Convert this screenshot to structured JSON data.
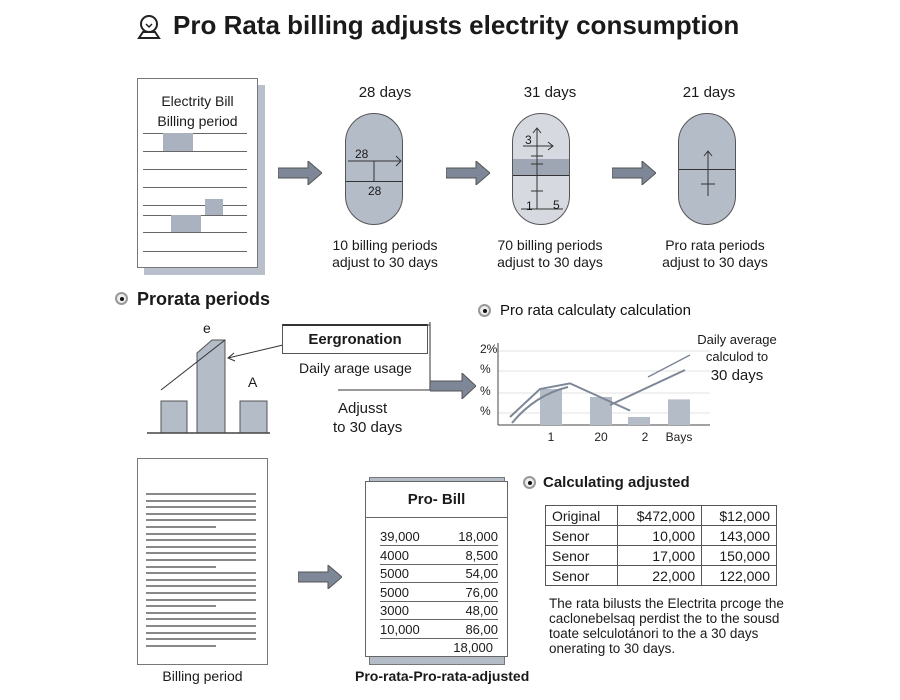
{
  "title": "Pro Rata billing adjusts electrity consumption",
  "top": {
    "doc": {
      "line1": "Electrity Bill",
      "line2": "Billing period"
    },
    "steps": [
      {
        "days": "28 days",
        "caption1": "10 billing periods",
        "caption2": "adjust to 30 days",
        "marks": [
          "28",
          "28"
        ]
      },
      {
        "days": "31 days",
        "caption1": "70 billing periods",
        "caption2": "adjust to 30 days",
        "marks": [
          "3",
          "1",
          "5"
        ]
      },
      {
        "days": "21 days",
        "caption1": "Pro rata periods",
        "caption2": "adjust to 30 days"
      }
    ]
  },
  "prorata": {
    "heading": "Prorata periods",
    "bar_label_top": "e",
    "bar_label_right": "A",
    "box_label": "Eergronation",
    "usage_label": "Daily arage usage",
    "adjust1": "Adjusst",
    "adjust2": "to 30 days"
  },
  "calc": {
    "heading": "Pro rata calculaty calculation",
    "annotation1": "Daily average",
    "annotation2": "calculod to",
    "annotation3": "30 days",
    "chart_data": {
      "type": "bar",
      "categories": [
        "1",
        "20",
        "2",
        "Bays"
      ],
      "values": [
        0.45,
        0.35,
        0.1,
        0.32
      ],
      "y_ticks": [
        "2%",
        "%",
        "%",
        "%"
      ],
      "line_values": [
        0.1,
        0.45,
        0.52,
        0.18,
        0.55,
        0.95
      ]
    }
  },
  "bottom": {
    "doc_label": "Billing period",
    "probill": {
      "title": "Pro- Bill",
      "rows": [
        [
          "39,000",
          "18,000"
        ],
        [
          "4000",
          "8,500"
        ],
        [
          "5000",
          "54,00"
        ],
        [
          "5000",
          "76,00"
        ],
        [
          "3000",
          "48,00"
        ],
        [
          "10,000",
          "86,00"
        ]
      ],
      "total": "18,000",
      "caption": "Pro-rata-Pro-rata-adjusted"
    },
    "adjusted": {
      "heading": "Calculating adjusted",
      "rows": [
        [
          "Original",
          "$472,000",
          "$12,000"
        ],
        [
          "Senor",
          "10,000",
          "143,000"
        ],
        [
          "Senor",
          "17,000",
          "150,000"
        ],
        [
          "Senor",
          "22,000",
          "122,000"
        ]
      ],
      "paragraph": [
        "The rata bilusts the Electrita prcoge the",
        "caclonebelsaq perdist the to the sousd",
        "toate selculotánori to the a 30 days",
        "onerating to 30 days."
      ]
    }
  }
}
